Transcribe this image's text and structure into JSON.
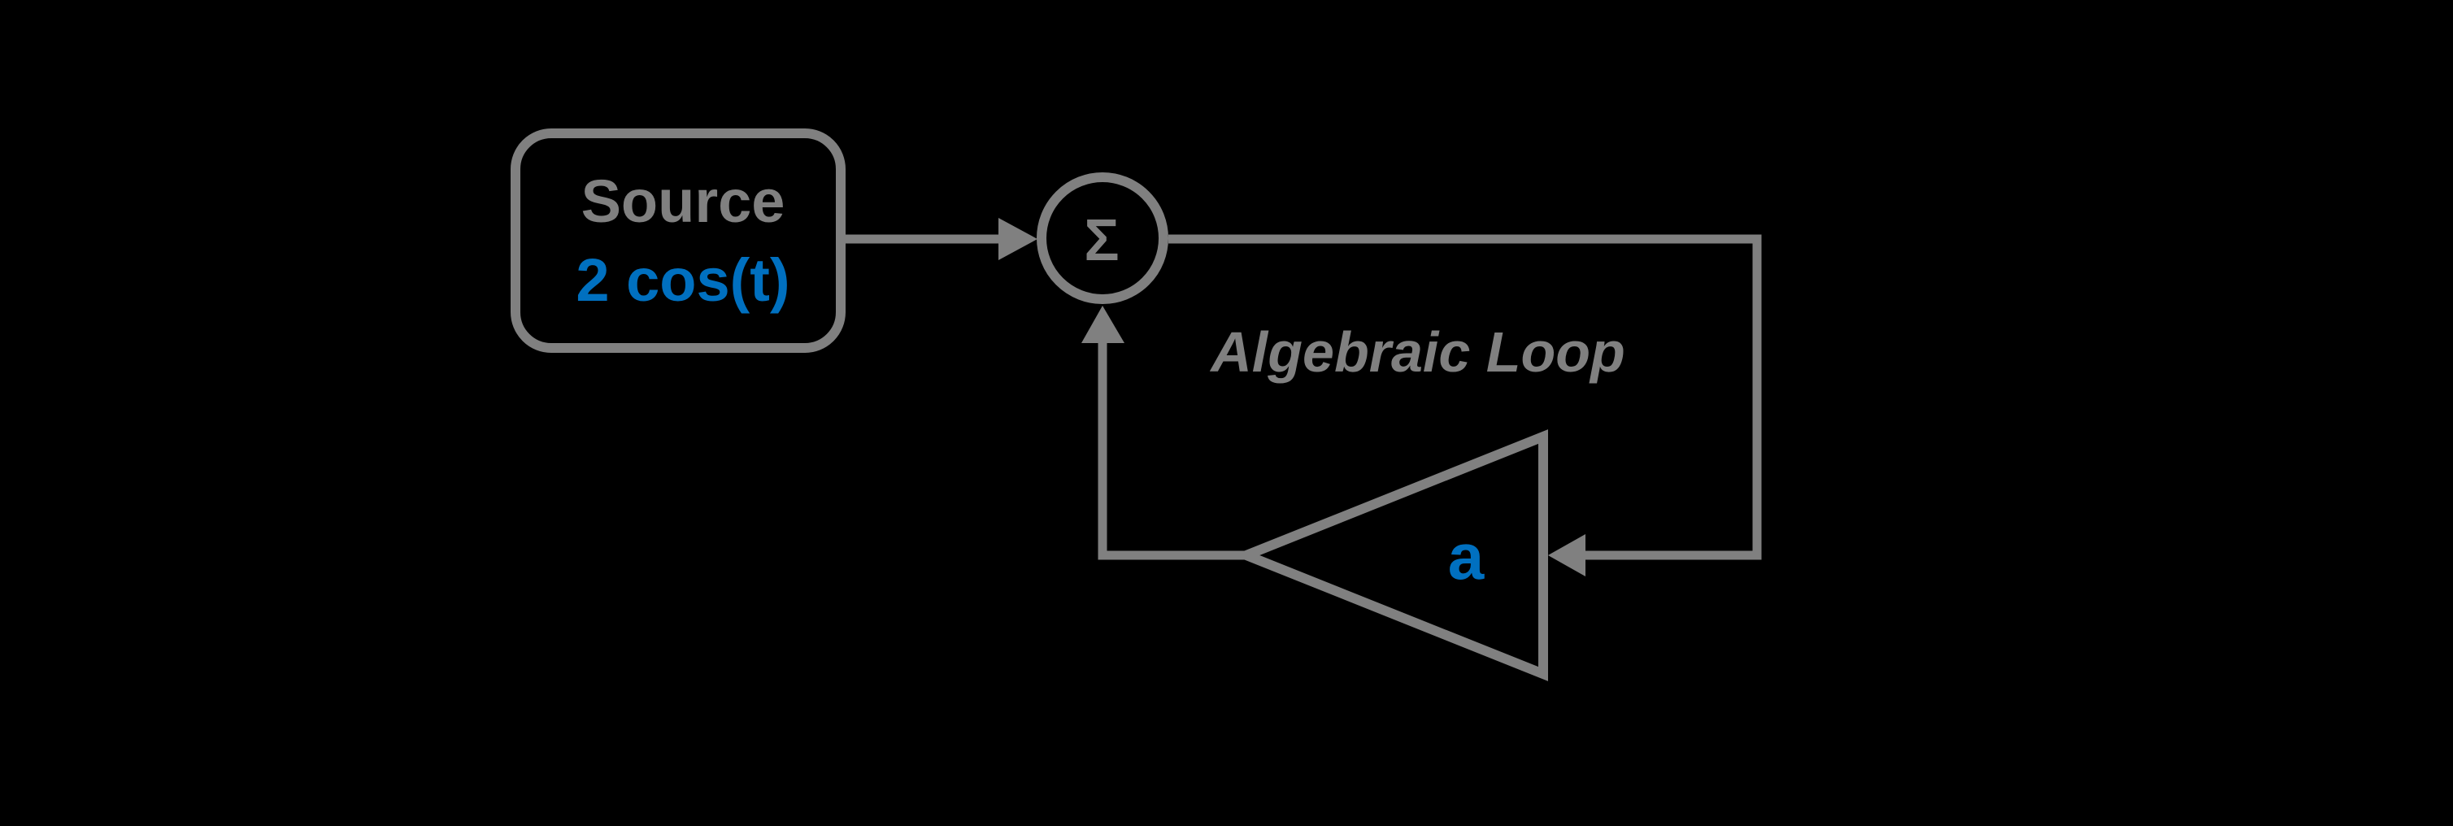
{
  "colors": {
    "gray": "#808080",
    "blue": "#0070C0",
    "background": "#000000"
  },
  "diagram": {
    "source_block": {
      "title": "Source",
      "signal": "2 cos(t)"
    },
    "sum_junction": {
      "symbol": "Σ"
    },
    "gain_block": {
      "label": "a"
    },
    "loop_label": "Algebraic Loop"
  }
}
